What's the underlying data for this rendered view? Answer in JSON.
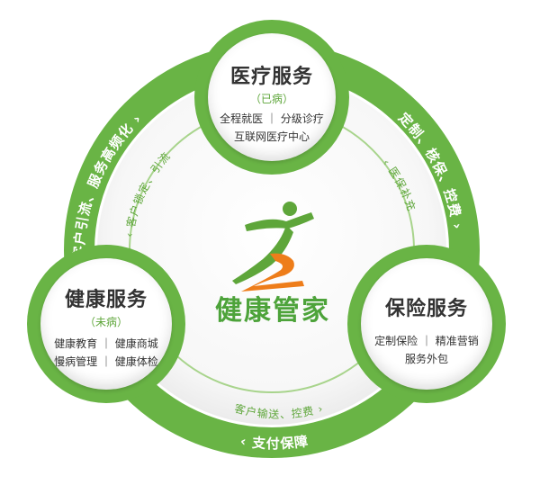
{
  "center": {
    "brand_text": "健康管家",
    "brand_color": "#4da33a",
    "logo_colors": {
      "green": "#5ea63a",
      "orange": "#ee7d1a"
    }
  },
  "nodes": {
    "medical": {
      "title": "医疗服务",
      "subtitle": "（已病）",
      "line1": "全程就医 ｜ 分级诊疗",
      "line2": "互联网医疗中心"
    },
    "health": {
      "title": "健康服务",
      "subtitle": "（未病）",
      "line1": "健康教育 ｜ 健康商城",
      "line2": "慢病管理 ｜ 健康体检"
    },
    "insurance": {
      "title": "保险服务",
      "line1": "定制保险 ｜ 精准营销",
      "line2": "服务外包"
    }
  },
  "ring_labels": {
    "top_left": "客户引流、服务高频化 ›",
    "top_right": "定制、核保、控费 ›",
    "bottom": "‹ 支付保障"
  },
  "inner_labels": {
    "top_left": "‹ 客户锁定、引流",
    "top_right": "‹ 医保补充",
    "bottom": "客户输送、控费 ›"
  },
  "colors": {
    "ring_green": "#69b445",
    "inner_green": "#5ea63a",
    "text_dark": "#333333"
  }
}
